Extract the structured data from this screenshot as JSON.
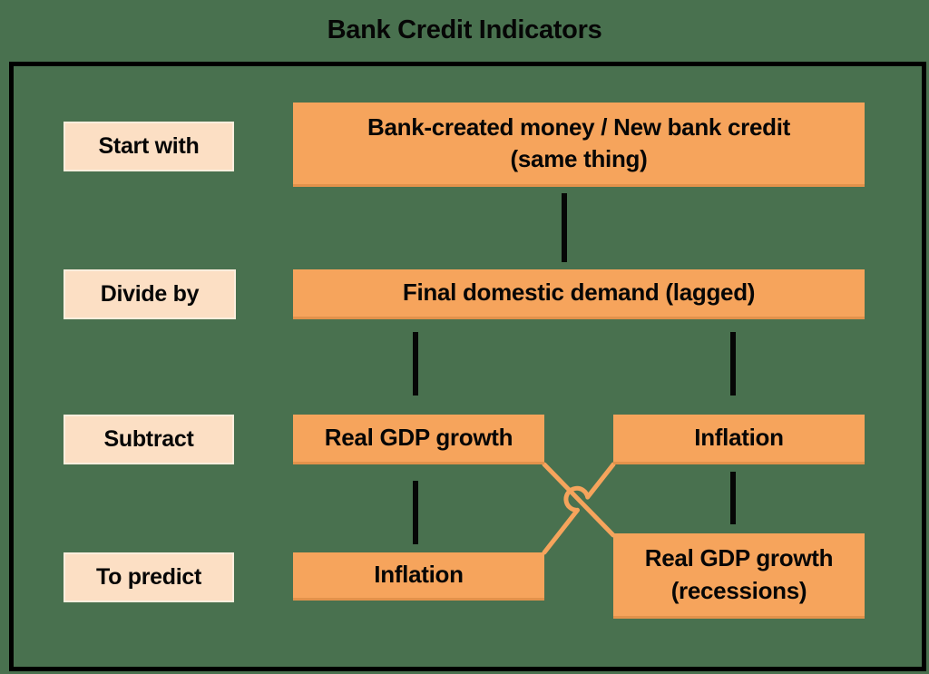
{
  "title": "Bank Credit Indicators",
  "rows": {
    "start_with": {
      "label": "Start with",
      "box": "Bank-created money / New bank credit\n(same thing)"
    },
    "divide_by": {
      "label": "Divide by",
      "box": "Final domestic demand (lagged)"
    },
    "subtract": {
      "label": "Subtract",
      "box_left": "Real GDP growth",
      "box_right": "Inflation"
    },
    "to_predict": {
      "label": "To predict",
      "box_left": "Inflation",
      "box_right": "Real GDP growth\n(recessions)"
    }
  },
  "connections": [
    {
      "from": "Bank-created money / New bank credit (same thing)",
      "to": "Final domestic demand (lagged)",
      "style": "black-vertical"
    },
    {
      "from": "Final domestic demand (lagged)",
      "to": "Real GDP growth",
      "style": "black-vertical"
    },
    {
      "from": "Final domestic demand (lagged)",
      "to": "Inflation",
      "style": "black-vertical"
    },
    {
      "from": "Real GDP growth",
      "to": "Inflation",
      "style": "black-vertical"
    },
    {
      "from": "Inflation",
      "to": "Real GDP growth (recessions)",
      "style": "black-vertical"
    },
    {
      "from": "Real GDP growth",
      "to": "Real GDP growth (recessions)",
      "style": "orange-diagonal"
    },
    {
      "from": "Inflation",
      "to": "Inflation",
      "style": "orange-diagonal-with-hop"
    }
  ],
  "colors": {
    "background": "#49714f",
    "box_orange": "#f6a45c",
    "box_orange_edge": "#e2924b",
    "box_peach": "#fcdfc4",
    "frame_border": "#000000",
    "connector_black": "#060606",
    "connector_orange": "#f6a45c",
    "text": "#060606"
  }
}
